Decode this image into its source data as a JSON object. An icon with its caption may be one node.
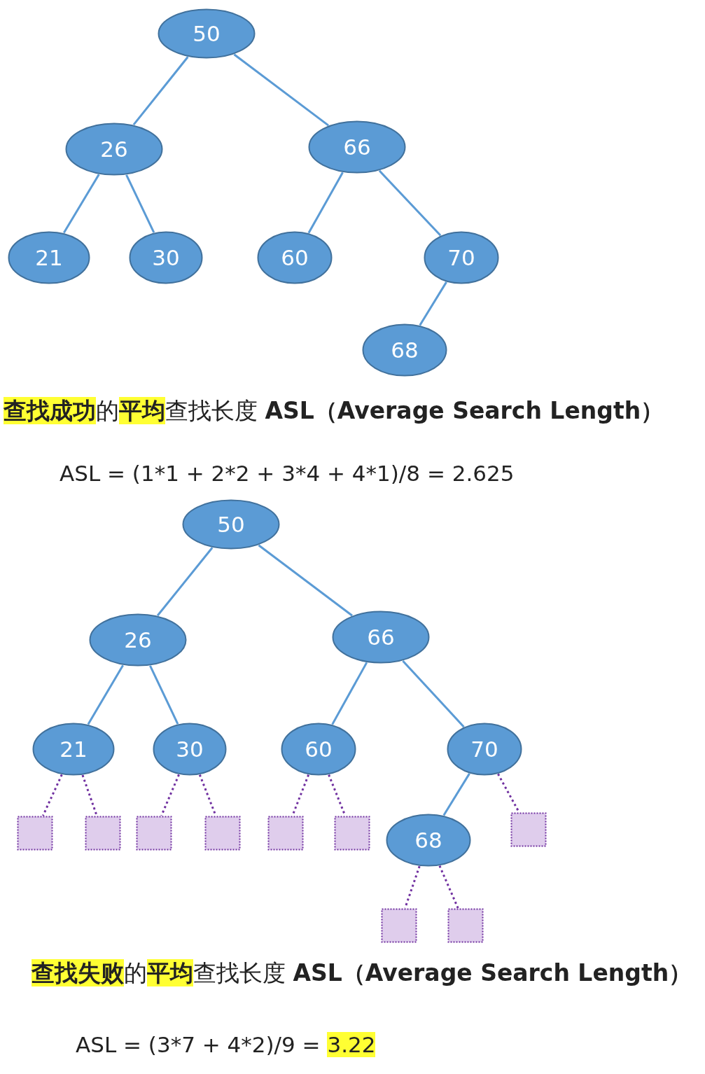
{
  "diagram": {
    "nodes": [
      {
        "text": [
          "50"
        ]
      },
      {
        "text": [
          "26"
        ]
      },
      {
        "text": [
          "66"
        ]
      },
      {
        "text": [
          "21"
        ]
      },
      {
        "text": [
          "30"
        ]
      },
      {
        "text": [
          "60"
        ]
      },
      {
        "text": [
          "70"
        ]
      },
      {
        "text": [
          "68"
        ]
      },
      {
        "text": [
          "50"
        ]
      },
      {
        "text": [
          "26"
        ]
      },
      {
        "text": [
          "66"
        ]
      },
      {
        "text": [
          "21"
        ]
      },
      {
        "text": [
          "30"
        ]
      },
      {
        "text": [
          "60"
        ]
      },
      {
        "text": [
          "70"
        ]
      },
      {
        "text": [
          "68"
        ]
      },
      {
        "text": [],
        "shape": "box"
      },
      {
        "text": [],
        "shape": "box"
      },
      {
        "text": [],
        "shape": "box"
      },
      {
        "text": [],
        "shape": "box"
      },
      {
        "text": [],
        "shape": "box"
      },
      {
        "text": [],
        "shape": "box"
      },
      {
        "text": [],
        "shape": "box"
      },
      {
        "text": [],
        "shape": "box"
      },
      {
        "text": [],
        "shape": "box"
      }
    ],
    "edges": [
      {
        "from": 0,
        "to": 1,
        "arrow": "none"
      },
      {
        "from": 0,
        "to": 2,
        "arrow": "none"
      },
      {
        "from": 1,
        "to": 3,
        "arrow": "none"
      },
      {
        "from": 1,
        "to": 4,
        "arrow": "none"
      },
      {
        "from": 2,
        "to": 5,
        "arrow": "none"
      },
      {
        "from": 2,
        "to": 6,
        "arrow": "none"
      },
      {
        "from": 6,
        "to": 7,
        "arrow": "none"
      },
      {
        "from": 8,
        "to": 9,
        "arrow": "none"
      },
      {
        "from": 8,
        "to": 10,
        "arrow": "none"
      },
      {
        "from": 9,
        "to": 11,
        "arrow": "none"
      },
      {
        "from": 9,
        "to": 12,
        "arrow": "none"
      },
      {
        "from": 10,
        "to": 13,
        "arrow": "none"
      },
      {
        "from": 10,
        "to": 14,
        "arrow": "none"
      },
      {
        "from": 14,
        "to": 15,
        "arrow": "none"
      },
      {
        "from": 11,
        "to": 16,
        "arrow": "none",
        "style": "dashed",
        "color": "#7030a0"
      },
      {
        "from": 11,
        "to": 17,
        "arrow": "none",
        "style": "dashed",
        "color": "#7030a0"
      },
      {
        "from": 12,
        "to": 18,
        "arrow": "none",
        "style": "dashed",
        "color": "#7030a0"
      },
      {
        "from": 12,
        "to": 19,
        "arrow": "none",
        "style": "dashed",
        "color": "#7030a0"
      },
      {
        "from": 13,
        "to": 20,
        "arrow": "none",
        "style": "dashed",
        "color": "#7030a0"
      },
      {
        "from": 13,
        "to": 21,
        "arrow": "none",
        "style": "dashed",
        "color": "#7030a0"
      },
      {
        "from": 14,
        "to": 22,
        "arrow": "none",
        "style": "dashed",
        "color": "#7030a0"
      },
      {
        "from": 15,
        "to": 23,
        "arrow": "none",
        "style": "dashed",
        "color": "#7030a0"
      },
      {
        "from": 15,
        "to": 24,
        "arrow": "none",
        "style": "dashed",
        "color": "#7030a0"
      }
    ],
    "labels": [
      "**查找成功**的**平均**查找长度 **ASL（Average Search Length）**",
      "ASL = (1*1 + 2*2 + 3*4 + 4*1)/8 = 2.625",
      "**查找失败**的**平均**查找长度 **ASL（Average Search Length）**",
      "ASL = (3*7 + 4*2)/9 = **3.22**"
    ]
  }
}
